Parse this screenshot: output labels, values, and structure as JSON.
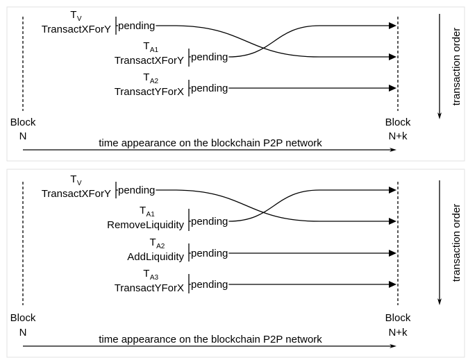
{
  "colors": {
    "line": "#000000",
    "frame": "#e2e2e2",
    "background": "#ffffff"
  },
  "panels": [
    {
      "id": "panel-1",
      "block_start": [
        "Block",
        "N"
      ],
      "block_end": [
        "Block",
        "N+k"
      ],
      "timeline_label": "time appearance on the blockchain P2P network",
      "order_label": "transaction order",
      "transactions": [
        {
          "symbol": "T",
          "subscript": "V",
          "name": "TransactXForY",
          "status": "pending"
        },
        {
          "symbol": "T",
          "subscript": "A1",
          "name": "TransactXForY",
          "status": "pending"
        },
        {
          "symbol": "T",
          "subscript": "A2",
          "name": "TransactYForX",
          "status": "pending"
        }
      ],
      "order_mapping": [
        1,
        0,
        2
      ]
    },
    {
      "id": "panel-2",
      "block_start": [
        "Block",
        "N"
      ],
      "block_end": [
        "Block",
        "N+k"
      ],
      "timeline_label": "time appearance on the blockchain P2P network",
      "order_label": "transaction order",
      "transactions": [
        {
          "symbol": "T",
          "subscript": "V",
          "name": "TransactXForY",
          "status": "pending"
        },
        {
          "symbol": "T",
          "subscript": "A1",
          "name": "RemoveLiquidity",
          "status": "pending"
        },
        {
          "symbol": "T",
          "subscript": "A2",
          "name": "AddLiquidity",
          "status": "pending"
        },
        {
          "symbol": "T",
          "subscript": "A3",
          "name": "TransactYForX",
          "status": "pending"
        }
      ],
      "order_mapping": [
        1,
        0,
        2,
        3
      ]
    }
  ]
}
